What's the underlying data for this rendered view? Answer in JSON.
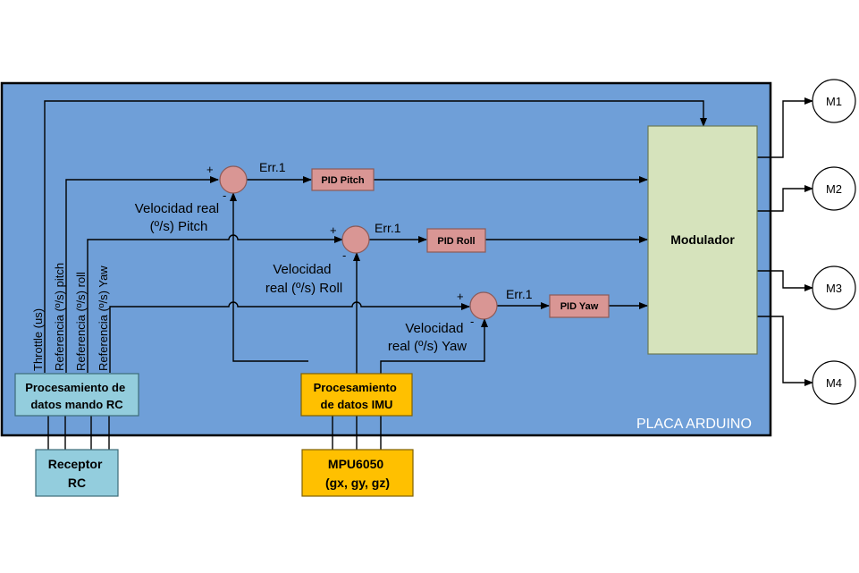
{
  "board": {
    "label": "PLACA ARDUINO",
    "fill": "#6f9fd8",
    "border": "#000000"
  },
  "colors": {
    "pid": "#d99694",
    "sum": "#d99694",
    "modulator": "#d6e3bc",
    "imu": "#ffc000",
    "rc": "#93cddd",
    "motor": "#ffffff"
  },
  "blocks": {
    "rc_processing": {
      "line1": "Procesamiento de",
      "line2": "datos mando RC"
    },
    "imu_processing": {
      "line1": "Procesamiento",
      "line2": "de datos IMU"
    },
    "receiver": {
      "line1": "Receptor",
      "line2": "RC"
    },
    "mpu": {
      "line1": "MPU6050",
      "line2": "(gx, gy, gz)"
    },
    "modulator": "Modulador",
    "pid_pitch": "PID Pitch",
    "pid_roll": "PID Roll",
    "pid_yaw": "PID Yaw"
  },
  "signals": {
    "throttle": "Throttle (us)",
    "ref_pitch": "Referencia (º/s) pitch",
    "ref_roll": "Referencia (º/s) roll",
    "ref_yaw": "Referencia (º/s) Yaw"
  },
  "feedback": {
    "pitch": {
      "line1": "Velocidad real",
      "line2": "(º/s) Pitch"
    },
    "roll": {
      "line1": "Velocidad",
      "line2": "real (º/s) Roll"
    },
    "yaw": {
      "line1": "Velocidad",
      "line2": "real (º/s) Yaw"
    }
  },
  "errors": {
    "pitch": "Err.1",
    "roll": "Err.1",
    "yaw": "Err.1"
  },
  "signs": {
    "plus": "+",
    "minus": "-"
  },
  "motors": [
    "M1",
    "M2",
    "M3",
    "M4"
  ]
}
